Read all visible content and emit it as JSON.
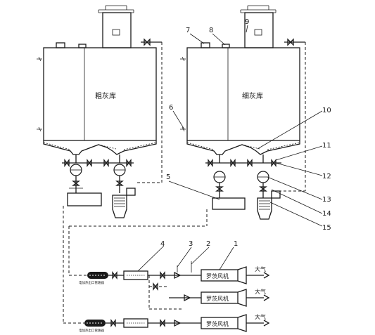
{
  "tanks": {
    "coarse_label": "粗灰库",
    "fine_label": "细灰库"
  },
  "callouts": [
    "1",
    "2",
    "3",
    "4",
    "5",
    "6",
    "7",
    "8",
    "9",
    "10",
    "11",
    "12",
    "13",
    "14",
    "15"
  ],
  "blowers": {
    "label": "罗茨风机",
    "air_label": "大气"
  },
  "heater_labels": {
    "upper": "电加热出口管路器",
    "lower": "电加热出口管路器"
  }
}
